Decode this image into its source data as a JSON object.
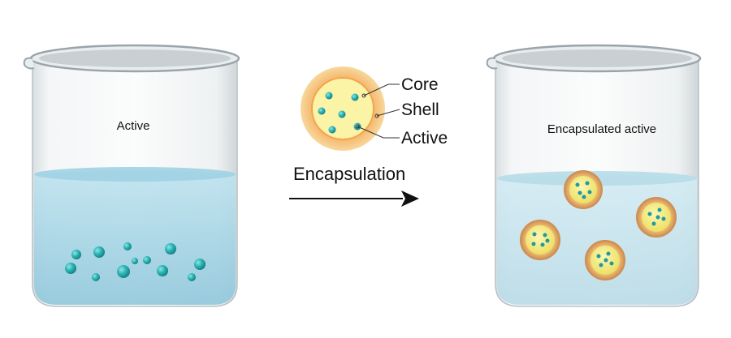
{
  "left_beaker": {
    "label": "Active"
  },
  "right_beaker": {
    "label": "Encapsulated active"
  },
  "legend": {
    "core": "Core",
    "shell": "Shell",
    "active": "Active"
  },
  "process": {
    "label": "Encapsulation"
  },
  "colors": {
    "liquid": "#a9d8e8",
    "active_particle": "#2bb3b3",
    "core": "#f7ec7a",
    "shell": "#d9a05b",
    "arrow": "#111111"
  }
}
